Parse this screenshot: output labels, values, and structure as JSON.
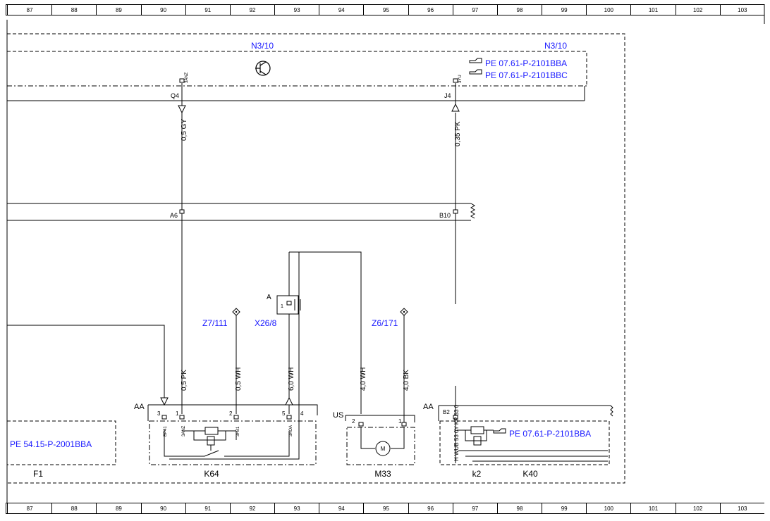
{
  "rulers": {
    "columns": [
      "87",
      "88",
      "89",
      "90",
      "91",
      "92",
      "93",
      "94",
      "95",
      "96",
      "97",
      "98",
      "99",
      "100",
      "101",
      "102",
      "103"
    ]
  },
  "module_n3_10": {
    "label_left": "N3/10",
    "label_right": "N3/10",
    "ref_1": "PE 07.61-P-2101BBA",
    "ref_2": "PE 07.61-P-2101BBC",
    "pin_q4_name": "Q4",
    "pin_q4_code": "3ANZ",
    "pin_j4_name": "J4",
    "pin_j4_code": "3YU"
  },
  "wires": {
    "w_05gy": "0,5 GY",
    "w_035pk": "0,35 PK",
    "w_05pk": "0,5 PK",
    "w_05wh": "0,5 WH",
    "w_60wh": "6,0 WH",
    "w_40wh": "4,0 WH",
    "w_40bk": "4,0 BK"
  },
  "connector": {
    "a6": "A6",
    "b10": "B10"
  },
  "x26_8": {
    "label": "X26/8",
    "pin_a": "A",
    "pin_1": "1"
  },
  "ground_refs": {
    "z7_111": "Z7/111",
    "z6_171": "Z6/171"
  },
  "k64": {
    "label": "K64",
    "conn": "AA",
    "pins": [
      "3",
      "1",
      "2",
      "5",
      "4"
    ],
    "codes": [
      "BP41",
      "3ANZ",
      "3FB1",
      "3AOA"
    ]
  },
  "f1": {
    "label": "F1",
    "ref": "PE 54.15-P-2001BBA"
  },
  "m33": {
    "label": "M33",
    "conn": "US",
    "pin_2": "2",
    "pin_1": "1",
    "motor_symbol": "M"
  },
  "k40": {
    "label": "K40",
    "sub_label": "k2",
    "conn": "AA",
    "pin_b2": "B2",
    "vertical_codes": "H WUB 53 0Y KP 53 0",
    "ref": "PE 07.61-P-2101BBA"
  },
  "icons": [
    "transistor-icon",
    "reference-hand-icon",
    "ground-diamond-icon",
    "relay-icon",
    "motor-icon"
  ]
}
